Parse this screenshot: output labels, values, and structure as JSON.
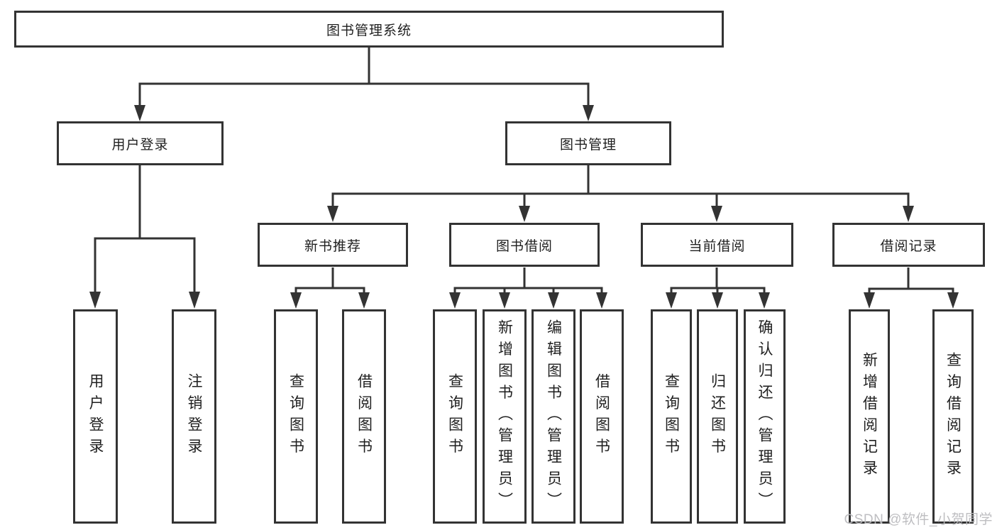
{
  "diagram_title": "图书管理系统",
  "tree": {
    "root": {
      "label": "图书管理系统"
    },
    "user": {
      "label": "用户登录",
      "children": [
        {
          "label": "用户登录"
        },
        {
          "label": "注销登录"
        }
      ]
    },
    "book": {
      "label": "图书管理",
      "groups": [
        {
          "label": "新书推荐",
          "children": [
            {
              "label": "查询图书"
            },
            {
              "label": "借阅图书"
            }
          ]
        },
        {
          "label": "图书借阅",
          "children": [
            {
              "label": "查询图书"
            },
            {
              "label": "新增图书（管理员）"
            },
            {
              "label": "编辑图书（管理员）"
            },
            {
              "label": "借阅图书"
            }
          ]
        },
        {
          "label": "当前借阅",
          "children": [
            {
              "label": "查询图书"
            },
            {
              "label": "归还图书"
            },
            {
              "label": "确认归还（管理员）"
            }
          ]
        },
        {
          "label": "借阅记录",
          "children": [
            {
              "label": "新增借阅记录"
            },
            {
              "label": "查询借阅记录"
            }
          ]
        }
      ]
    }
  },
  "watermark": {
    "text": "CSDN @软件_小贺同学"
  },
  "colors": {
    "line": "#333333",
    "text": "#1f1f1f",
    "background": "#ffffff",
    "watermark": "#babbbe"
  }
}
